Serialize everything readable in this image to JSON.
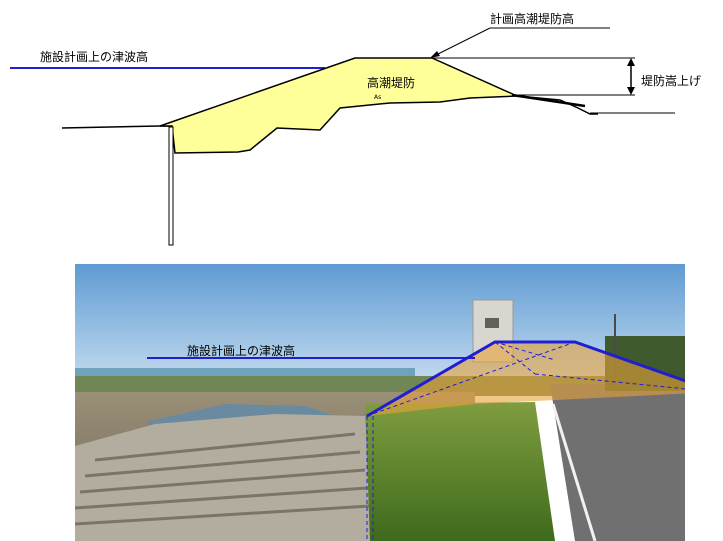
{
  "diagram": {
    "design_tsunami_label": "施設計画上の津波高",
    "planned_levee_label": "計画高潮堤防高",
    "levee_body_label": "高潮堤防",
    "raise_label": "堤防嵩上げ",
    "small_mark": "As"
  },
  "photo": {
    "design_tsunami_label": "施設計画上の津波高"
  },
  "colors": {
    "levee_fill": "#ffff99",
    "tsunami_line": "#1f1fd1",
    "overlay": "#e8a13a"
  }
}
